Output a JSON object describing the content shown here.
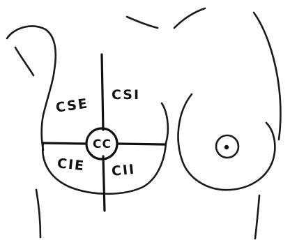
{
  "diagram": {
    "quadrants": {
      "upper_outer": "CSE",
      "upper_inner": "CSI",
      "lower_outer": "CIE",
      "lower_inner": "CII"
    },
    "center": "CC"
  },
  "colors": {
    "ink": "#1a1a1a",
    "background": "#ffffff"
  }
}
